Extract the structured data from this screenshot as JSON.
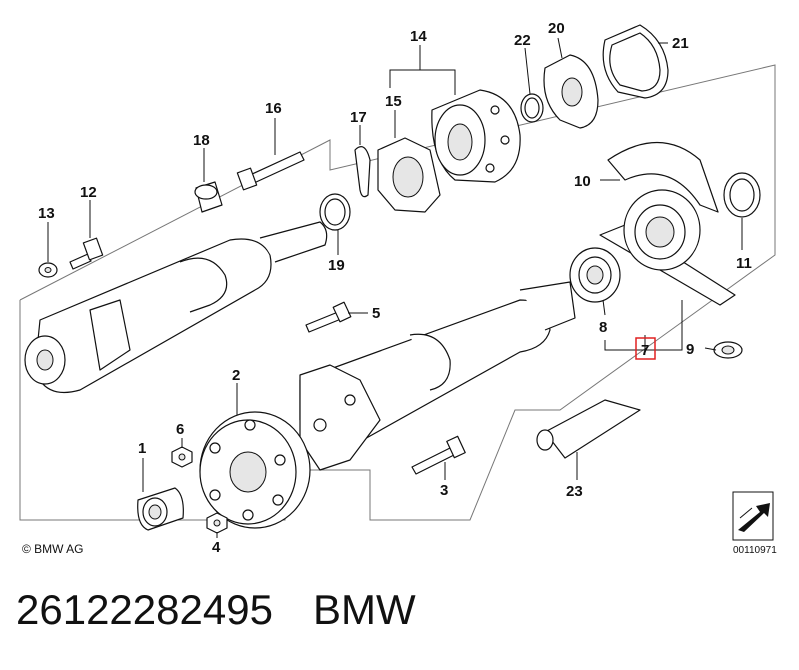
{
  "diagram": {
    "callouts": [
      "1",
      "2",
      "3",
      "4",
      "5",
      "6",
      "7",
      "8",
      "9",
      "10",
      "11",
      "12",
      "13",
      "14",
      "15",
      "16",
      "17",
      "18",
      "19",
      "20",
      "21",
      "22",
      "23"
    ],
    "highlighted_callout": "7",
    "highlight_color": "#e02020",
    "copyright": "© BMW AG",
    "reference_number": "00110971"
  },
  "footer": {
    "part_number": "26122282495",
    "brand": "BMW"
  }
}
